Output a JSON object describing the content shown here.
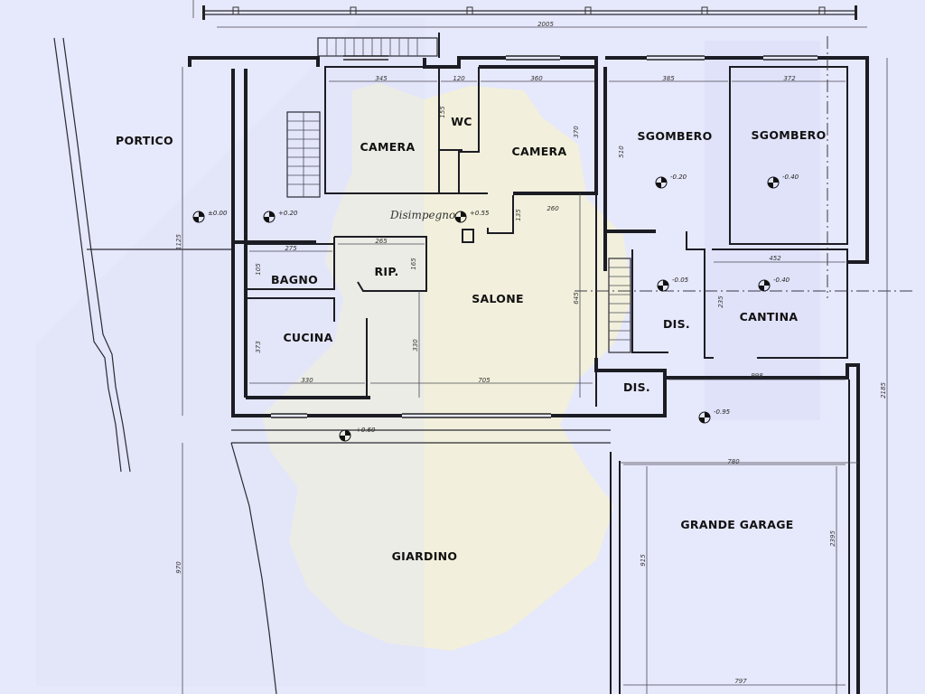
{
  "rooms": {
    "portico": "PORTICO",
    "camera_left": "CAMERA",
    "wc": "WC",
    "camera_right": "CAMERA",
    "sgombero_left": "SGOMBERO",
    "sgombero_right": "SGOMBERO",
    "disimpegno": "Disimpegno",
    "bagno": "BAGNO",
    "rip": "RIP.",
    "salone": "SALONE",
    "cucina": "CUCINA",
    "dis_upper": "DIS.",
    "dis_lower": "DIS.",
    "cantina": "CANTINA",
    "grande_garage": "GRANDE GARAGE",
    "giardino": "GIARDINO"
  },
  "levels": {
    "portico": "±0.00",
    "stair": "+0.20",
    "disimpegno": "+0.55",
    "sgombero_left": "-0.20",
    "sgombero_right": "-0.40",
    "dis": "-0.05",
    "cantina": "-0.40",
    "garage": "-0.95",
    "giardino": "+0.60"
  },
  "dimensions": {
    "top_overall": "2005",
    "camera_left_w": "345",
    "wc_w": "120",
    "camera_right_w": "360",
    "sgombero_left_w": "385",
    "sgombero_right_w": "372",
    "wc_h": "155",
    "camera_right_h": "370",
    "sgombero_h": "510",
    "salone_step_h": "135",
    "salone_step_w": "260",
    "bagno_w": "275",
    "rip_w": "265",
    "bagno_h": "105",
    "rip_h": "165",
    "cantina_w": "452",
    "cantina_h": "235",
    "salone_h": "645",
    "salone_inner_h": "330",
    "cucina_h": "373",
    "cucina_w": "330",
    "salone_w": "705",
    "left_height": "1125",
    "garage_top_w": "998",
    "garage_w": "780",
    "garage_h": "915",
    "garage_side_h": "2395",
    "right_overall_h": "2185",
    "giardino_h": "970",
    "garage_bottom_w": "797"
  }
}
